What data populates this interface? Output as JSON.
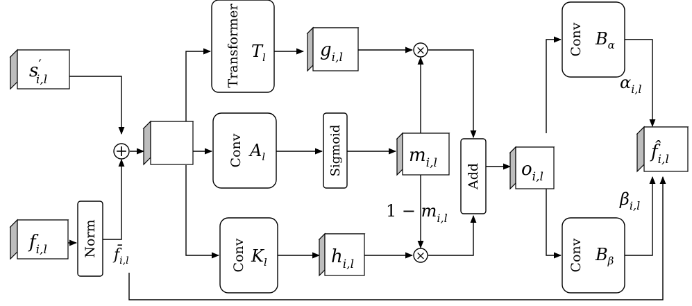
{
  "nodes": {
    "s_prime": {
      "main": "s",
      "prime": "′",
      "sub": "i,l"
    },
    "f": {
      "main": "f",
      "sub": "i,l"
    },
    "norm": {
      "label": "Norm"
    },
    "f_bar": {
      "main": "f̄",
      "sub": "i,l"
    },
    "plus": {
      "symbol": "+"
    },
    "transformer": {
      "label": "Transformer",
      "op": "T",
      "op_sub": "l"
    },
    "conv_a": {
      "label": "Conv",
      "op": "A",
      "op_sub": "l"
    },
    "conv_k": {
      "label": "Conv",
      "op": "K",
      "op_sub": "l"
    },
    "g": {
      "main": "g",
      "sub": "i,l"
    },
    "sigmoid": {
      "label": "Sigmoid"
    },
    "m": {
      "main": "m",
      "sub": "i,l"
    },
    "h": {
      "main": "h",
      "sub": "i,l"
    },
    "one_minus_m": {
      "prefix": "1 − ",
      "main": "m",
      "sub": "i,l"
    },
    "mult_top": {
      "symbol": "×"
    },
    "mult_bottom": {
      "symbol": "×"
    },
    "add": {
      "label": "Add"
    },
    "o": {
      "main": "o",
      "sub": "i,l"
    },
    "conv_b_alpha": {
      "label": "Conv",
      "op": "B",
      "op_sub": "α"
    },
    "conv_b_beta": {
      "label": "Conv",
      "op": "B",
      "op_sub": "β"
    },
    "alpha": {
      "main": "α",
      "sub": "i,l"
    },
    "beta": {
      "main": "β",
      "sub": "i,l"
    },
    "f_hat": {
      "main": "f̂",
      "sub": "i,l"
    }
  }
}
